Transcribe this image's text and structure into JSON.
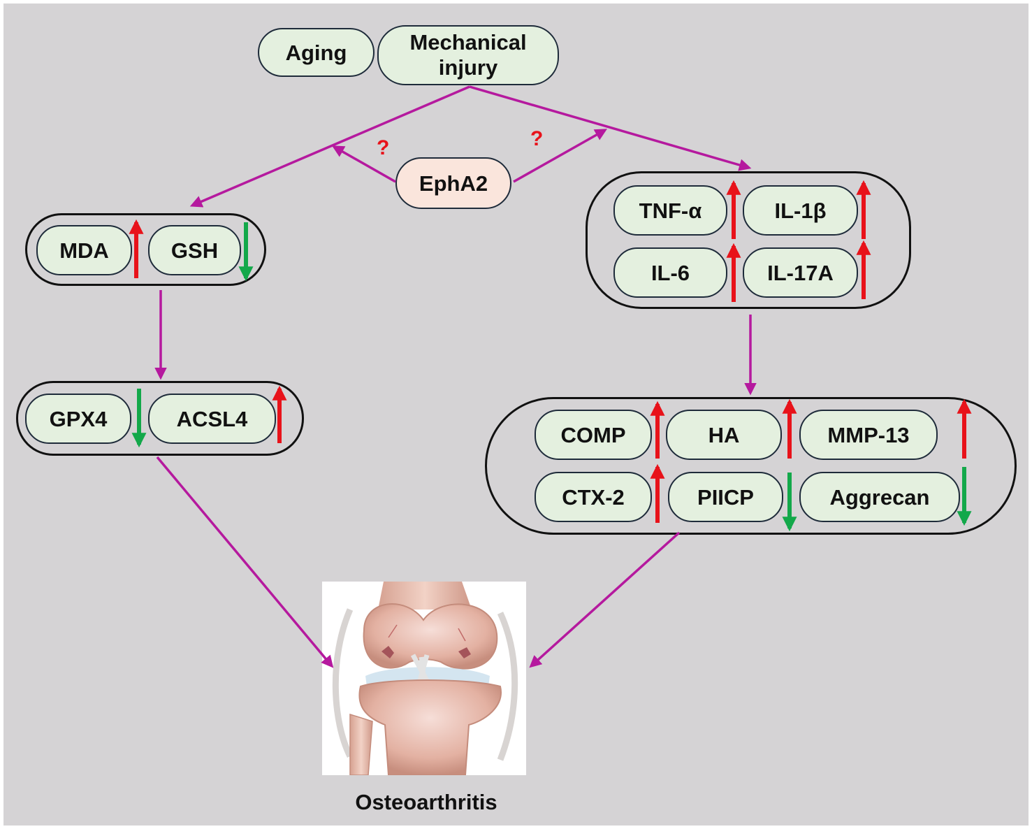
{
  "top": {
    "aging": "Aging",
    "mechanical_line1": "Mechanical",
    "mechanical_line2": "injury"
  },
  "center": {
    "epha2": "EphA2",
    "question_left": "?",
    "question_right": "?"
  },
  "oxidative": {
    "mda": "MDA",
    "gsh": "GSH"
  },
  "ferroptosis": {
    "gpx4": "GPX4",
    "acsl4": "ACSL4"
  },
  "cytokines": {
    "tnf": "TNF-α",
    "il1b": "IL-1β",
    "il6": "IL-6",
    "il17a": "IL-17A"
  },
  "markers": {
    "comp": "COMP",
    "ha": "HA",
    "mmp13": "MMP-13",
    "ctx2": "CTX-2",
    "piicp": "PIICP",
    "aggrecan": "Aggrecan"
  },
  "outcome": {
    "title": "Osteoarthritis"
  },
  "colors": {
    "flow_arrow": "#b5199e",
    "up_arrow": "#e8121a",
    "down_arrow": "#13a84a",
    "pill_fill": "#e4f0df",
    "epha2_fill": "#fae5dc",
    "background": "#d5d3d5"
  },
  "regulation": {
    "mda": "up",
    "gsh": "down",
    "gpx4": "down",
    "acsl4": "up",
    "tnf": "up",
    "il1b": "up",
    "il6": "up",
    "il17a": "up",
    "comp": "up",
    "ha": "up",
    "mmp13": "up",
    "ctx2": "up",
    "piicp": "down",
    "aggrecan": "down"
  }
}
